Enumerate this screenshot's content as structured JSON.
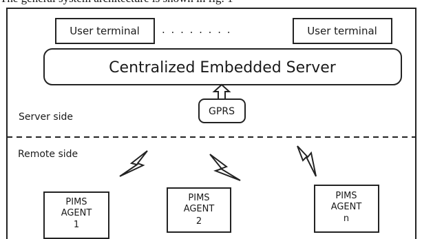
{
  "caption": "The general system architecture is shown in fig. 1",
  "user_terminal_left": "User terminal",
  "user_terminal_right": "User terminal",
  "ellipsis": ". . . . . . . .",
  "server_title": "Centralized Embedded Server",
  "gprs": "GPRS",
  "server_side": "Server side",
  "remote_side": "Remote side",
  "agents": [
    {
      "line1": "PIMS",
      "line2": "AGENT",
      "line3": "1"
    },
    {
      "line1": "PIMS",
      "line2": "AGENT",
      "line3": "2"
    },
    {
      "line1": "PIMS",
      "line2": "AGENT",
      "line3": "n"
    }
  ],
  "icons": [
    "up-arrow-icon",
    "lightning-icon"
  ]
}
